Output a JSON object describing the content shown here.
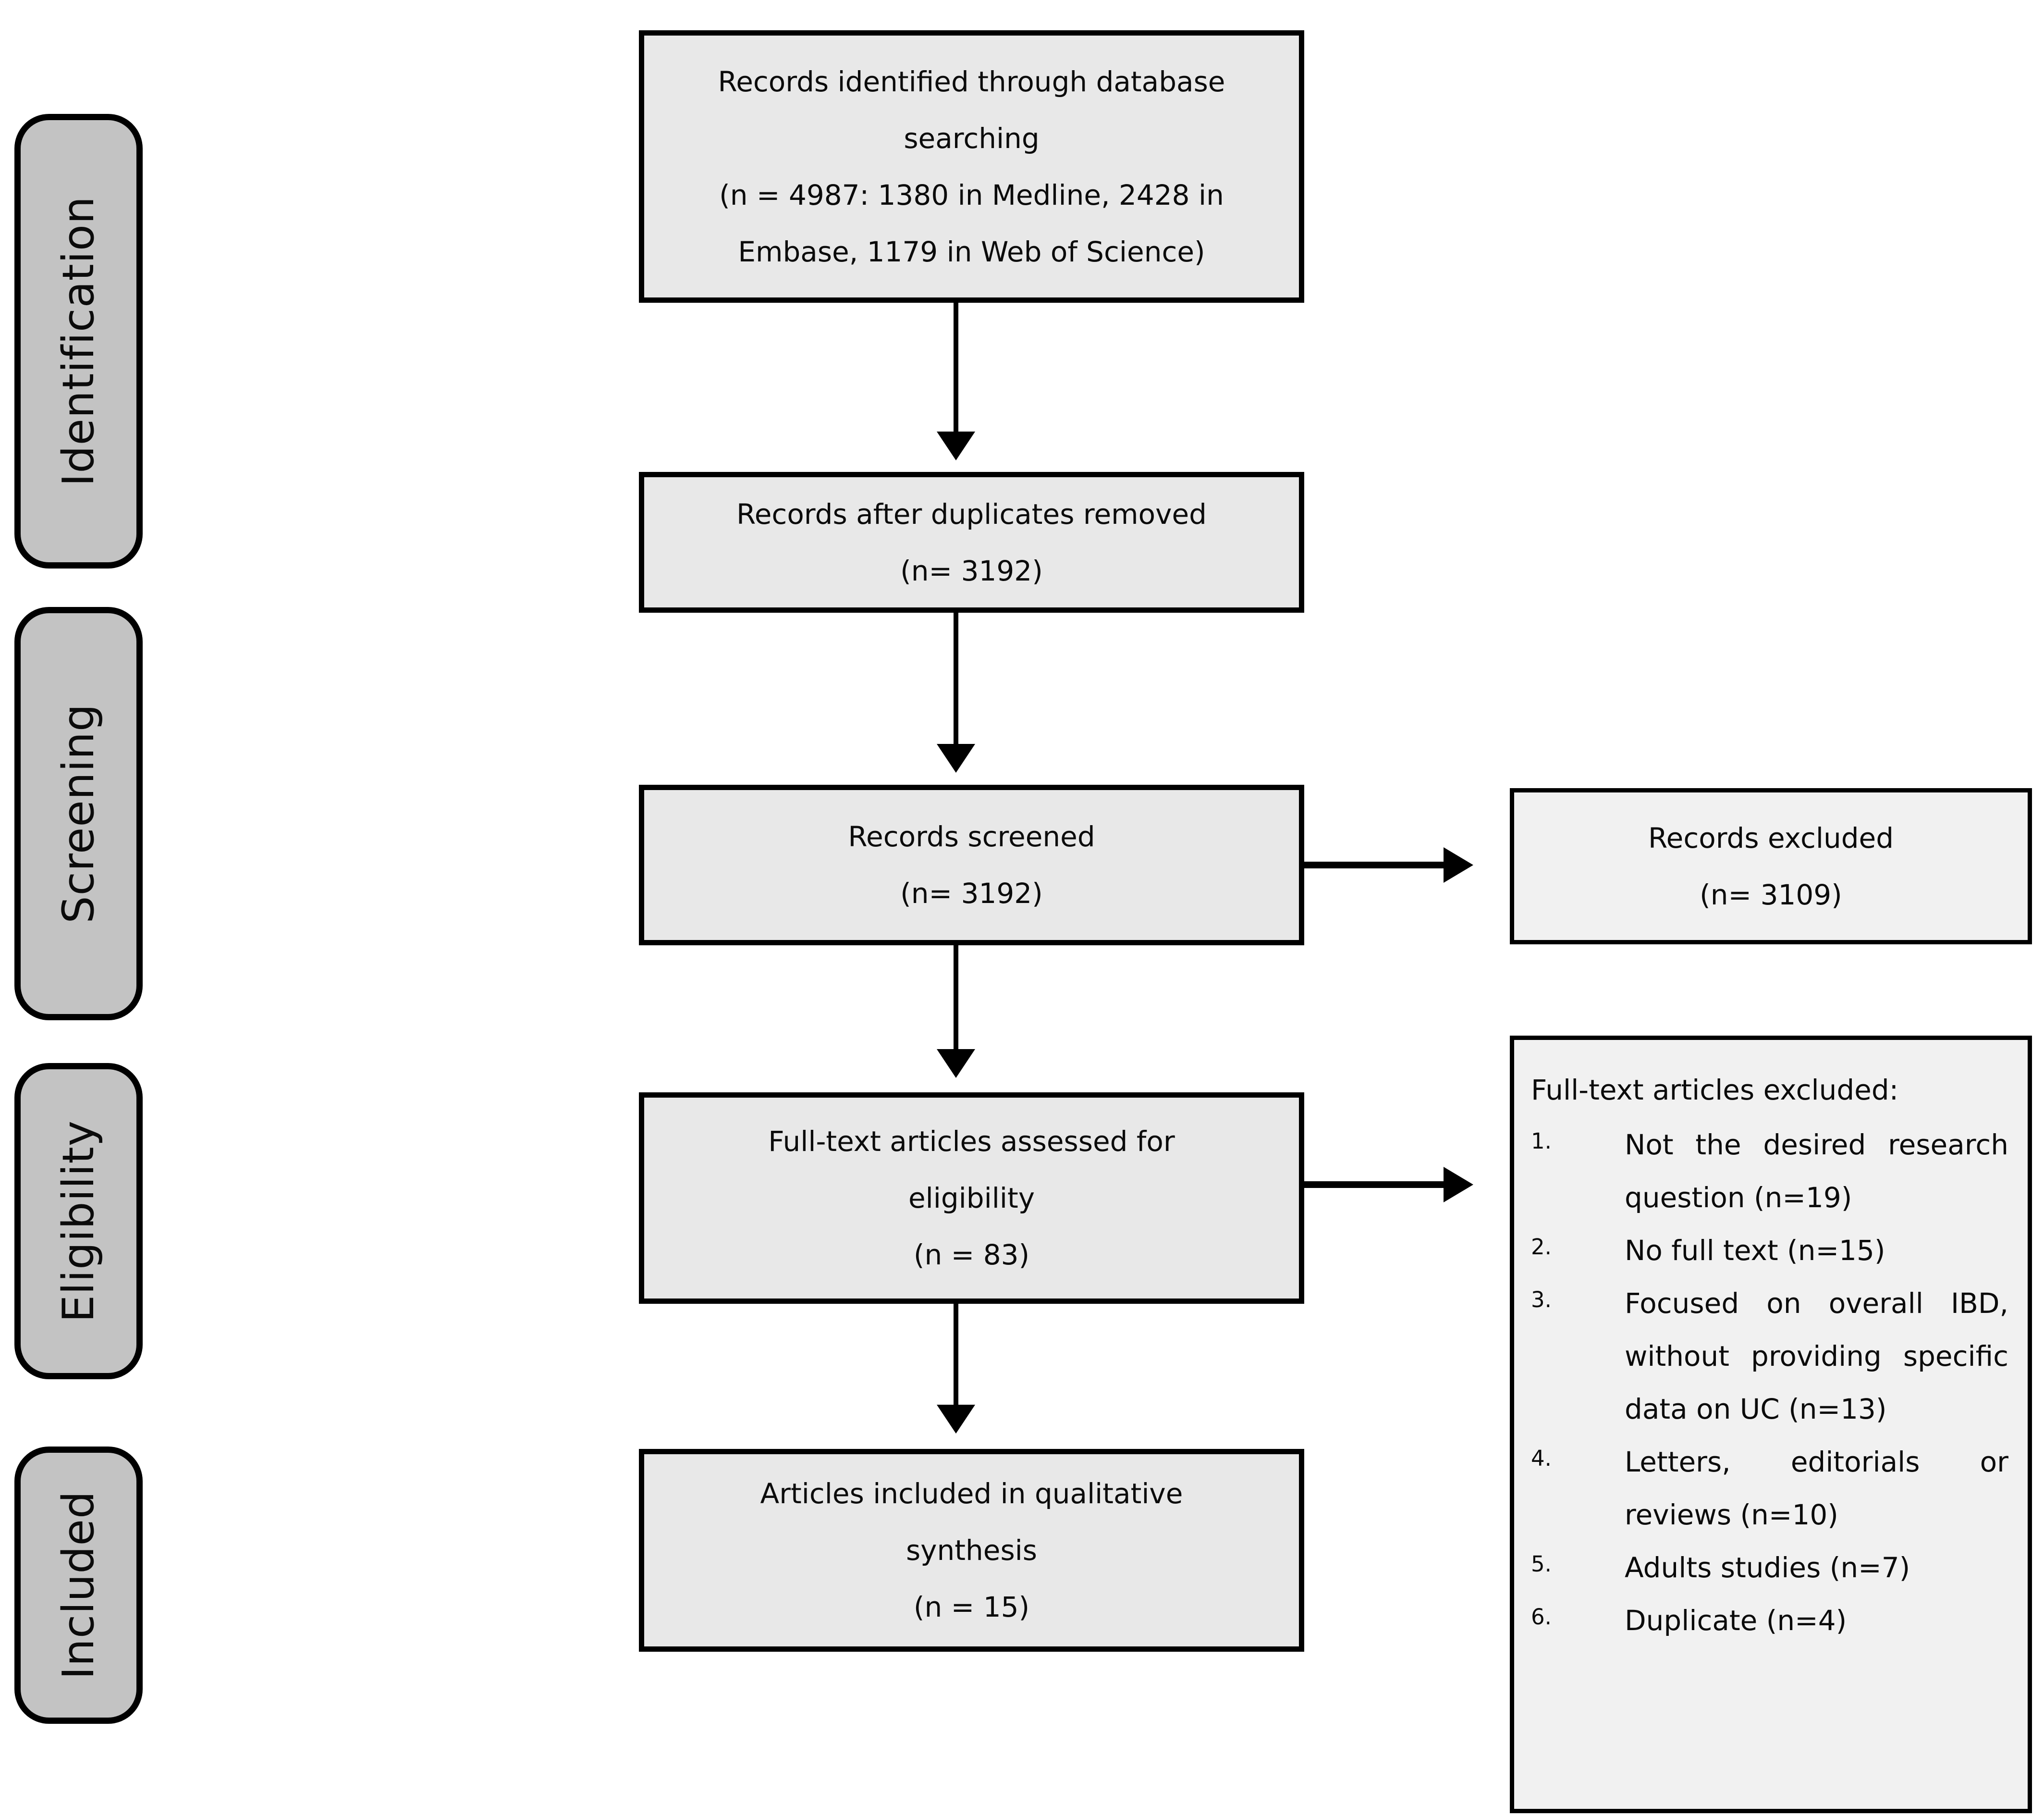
{
  "stages": [
    {
      "label": "Identification"
    },
    {
      "label": "Screening"
    },
    {
      "label": "Eligibility"
    },
    {
      "label": "Included"
    }
  ],
  "flow_boxes": [
    {
      "text": "Records identified through database\nsearching\n(n = 4987: 1380 in Medline, 2428 in\nEmbase, 1179 in Web of Science)"
    },
    {
      "text": "Records after duplicates removed\n(n= 3192)"
    },
    {
      "text": "Records screened\n(n= 3192)"
    },
    {
      "text": "Full-text articles assessed for\neligibility\n(n = 83)"
    },
    {
      "text": "Articles included in qualitative\nsynthesis\n(n = 15)"
    }
  ],
  "excluded_boxes": {
    "records_excluded": {
      "text": "Records excluded\n(n= 3109)"
    },
    "fulltext_excluded": {
      "title": "Full-text articles excluded:",
      "items": [
        {
          "number": "1.",
          "text": "Not the desired research question (n=19)"
        },
        {
          "number": "2.",
          "text": "No full text (n=15)"
        },
        {
          "number": "3.",
          "text": "Focused on overall IBD, without providing specific data on UC (n=13)"
        },
        {
          "number": "4.",
          "text": "Letters, editorials or reviews (n=10)"
        },
        {
          "number": "5.",
          "text": "Adults studies (n=7)"
        },
        {
          "number": "6.",
          "text": "Duplicate (n=4)"
        }
      ]
    }
  },
  "colors": {
    "background": "#ffffff",
    "flow_box_fill": "#e8e8e8",
    "excluded_box_fill": "#f1f1f1",
    "stage_label_fill": "#c3c3c3",
    "border": "#000000"
  }
}
